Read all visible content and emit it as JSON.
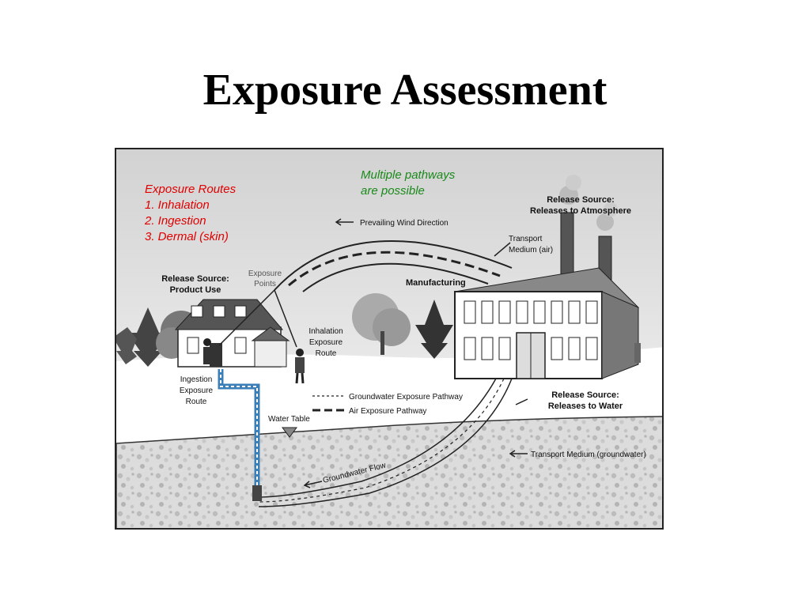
{
  "title": "Exposure Assessment",
  "routes": {
    "heading": "Exposure Routes",
    "items": [
      "1. Inhalation",
      "2. Ingestion",
      "3. Dermal (skin)"
    ]
  },
  "pathways_note": [
    "Multiple pathways",
    "are possible"
  ],
  "labels": {
    "wind": "Prevailing Wind Direction",
    "release_atmosphere": [
      "Release Source:",
      "Releases to Atmosphere"
    ],
    "transport_air": [
      "Transport",
      "Medium (air)"
    ],
    "exposure_points": [
      "Exposure",
      "Points"
    ],
    "release_product": [
      "Release Source:",
      "Product Use"
    ],
    "manufacturing": "Manufacturing",
    "inhalation_route": [
      "Inhalation",
      "Exposure",
      "Route"
    ],
    "ingestion_route": [
      "Ingestion",
      "Exposure",
      "Route"
    ],
    "gw_pathway": "Groundwater Exposure Pathway",
    "air_pathway": "Air Exposure Pathway",
    "water_table": "Water Table",
    "release_water": [
      "Release Source:",
      "Releases to Water"
    ],
    "transport_gw": "Transport Medium (groundwater)",
    "gw_flow": "Groundwater Flow"
  }
}
